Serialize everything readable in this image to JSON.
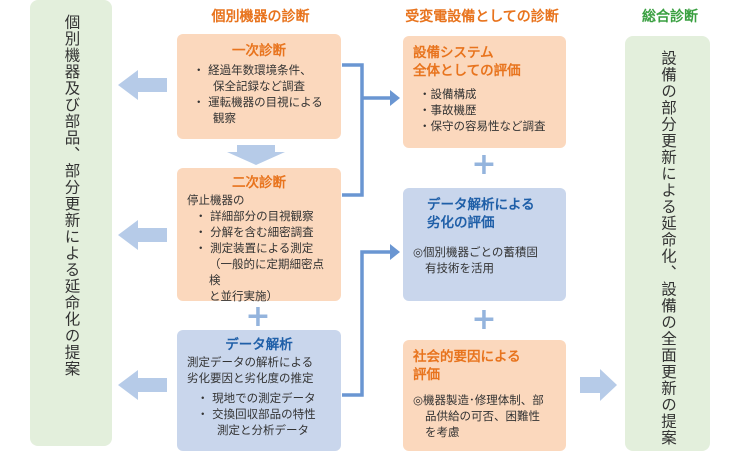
{
  "colors": {
    "orange_title": "#e8741e",
    "green_title": "#3aa041",
    "orange_box": "#fbd8bd",
    "blue_box": "#c9d6ec",
    "green_panel": "#e3efdc",
    "arrow": "#9cb9e0",
    "connector": "#6a96d2"
  },
  "headers": {
    "individual": "個別機器の診断",
    "substation": "受変電設備としての診断",
    "overall": "総合診断"
  },
  "left_panel": {
    "text": "個別機器及び部品、部分更新による延命化の提案"
  },
  "right_panel": {
    "text": "設備の部分更新による延命化、設備の全面更新の提案"
  },
  "primary": {
    "title": "一次診断",
    "items": [
      "・ 経過年数環境条件、",
      "保全記録など調査",
      "・ 運転機器の目視による",
      "観察"
    ]
  },
  "secondary": {
    "title": "二次診断",
    "intro": "停止機器の",
    "items": [
      "・ 詳細部分の目視観察",
      "・ 分解を含む細密調査",
      "・ 測定装置による測定",
      "（一般的に定期細密点検",
      "と並行実施）"
    ]
  },
  "data_analysis": {
    "title": "データ解析",
    "intro": [
      "測定データの解析による",
      "劣化要因と劣化度の推定"
    ],
    "items": [
      "・ 現地での測定データ",
      "・ 交換回収部品の特性",
      "測定と分析データ"
    ]
  },
  "system_eval": {
    "title": [
      "設備システム",
      "全体としての評価"
    ],
    "items": [
      "・設備構成",
      "・事故機歴",
      "・保守の容易性など調査"
    ]
  },
  "degradation_eval": {
    "title": [
      "データ解析による",
      "劣化の評価"
    ],
    "items": [
      "◎個別機器ごとの蓄積固",
      "有技術を活用"
    ]
  },
  "social_eval": {
    "title": [
      "社会的要因による",
      "評価"
    ],
    "items": [
      "◎機器製造･修理体制、部",
      "品供給の可否、困難性",
      "を考慮"
    ]
  },
  "plus_sign": "+"
}
